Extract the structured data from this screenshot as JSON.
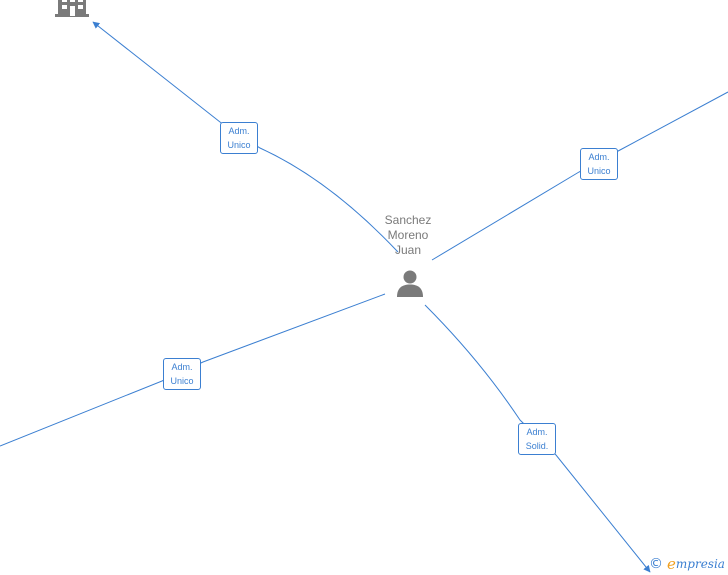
{
  "center_node": {
    "name_lines": [
      "Sanchez",
      "Moreno",
      "Juan"
    ],
    "icon": "person-icon"
  },
  "company_nodes": [
    {
      "icon": "building-icon"
    }
  ],
  "edges": [
    {
      "role_line1": "Adm.",
      "role_line2": "Unico"
    },
    {
      "role_line1": "Adm.",
      "role_line2": "Unico"
    },
    {
      "role_line1": "Adm.",
      "role_line2": "Unico"
    },
    {
      "role_line1": "Adm.",
      "role_line2": "Solid."
    }
  ],
  "branding": {
    "copyright_symbol": "©",
    "logo_first_letter": "e",
    "logo_rest": "mpresia"
  },
  "colors": {
    "edge": "#3b7fd1",
    "label_text": "#3b7fd1",
    "node_icon": "#7a7a7a",
    "name_text": "#7a7a7a",
    "brand_accent": "#f0a020"
  }
}
